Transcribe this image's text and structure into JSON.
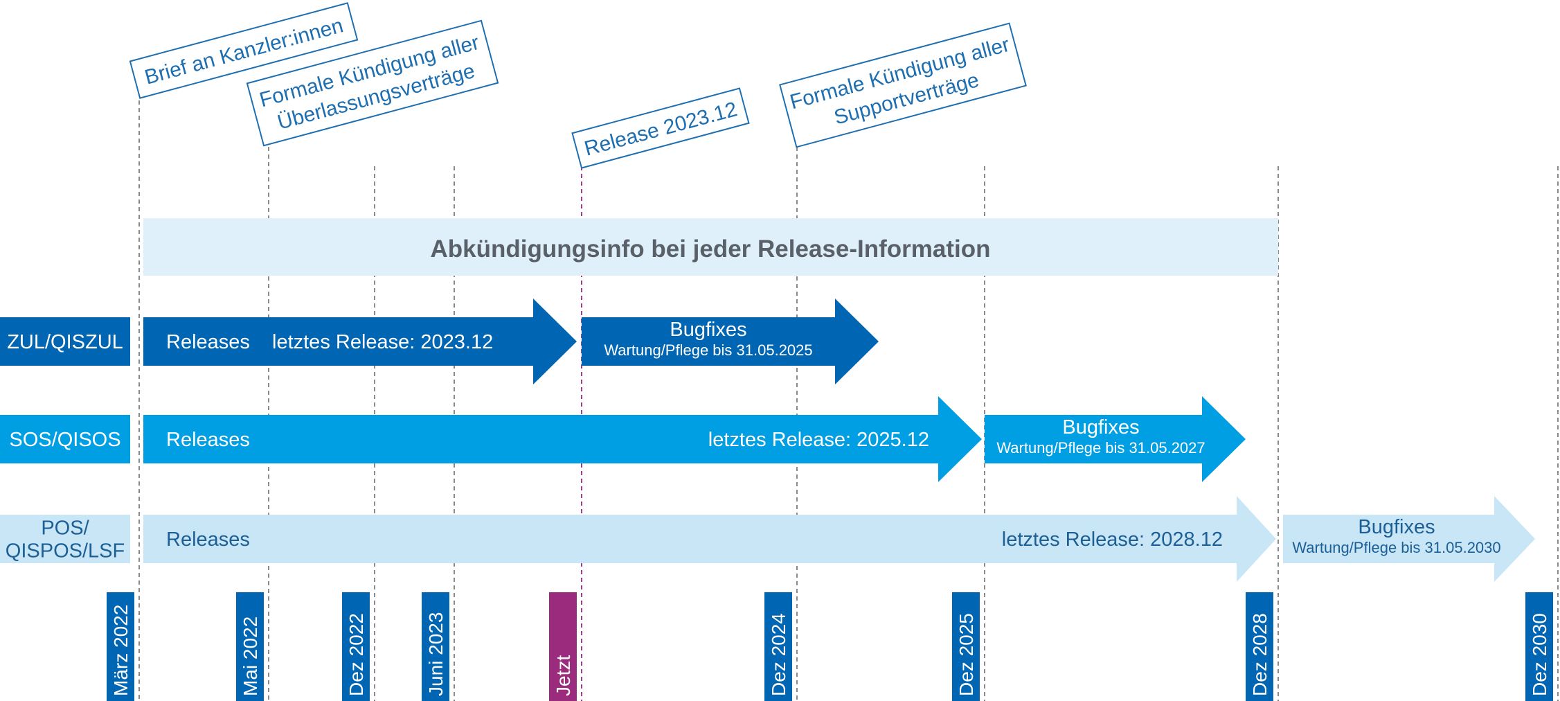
{
  "colors": {
    "dark_blue": "#0065b3",
    "mid_blue": "#009fe3",
    "light_blue": "#c9e6f7",
    "banner": "#dff0fb",
    "banner_text": "#596068",
    "now_marker": "#9b2b7c",
    "outline_text": "#1f6fb0",
    "grid": "#8a8a8a",
    "grid_now": "#a23c8c"
  },
  "milestones": [
    {
      "id": "maerz-2022",
      "label": "März 2022"
    },
    {
      "id": "mai-2022",
      "label": "Mai 2022"
    },
    {
      "id": "dez-2022",
      "label": "Dez 2022"
    },
    {
      "id": "juni-2023",
      "label": "Juni 2023"
    },
    {
      "id": "jetzt",
      "label": "Jetzt",
      "current": true
    },
    {
      "id": "dez-2024",
      "label": "Dez 2024"
    },
    {
      "id": "dez-2025",
      "label": "Dez 2025"
    },
    {
      "id": "dez-2028",
      "label": "Dez 2028"
    },
    {
      "id": "dez-2030",
      "label": "Dez 2030"
    }
  ],
  "callouts": [
    {
      "id": "brief",
      "lines": [
        "Brief an Kanzler:innen"
      ]
    },
    {
      "id": "kuendigung-ueberlassung",
      "lines": [
        "Formale Kündigung aller",
        "Überlassungsverträge"
      ]
    },
    {
      "id": "release-2023",
      "lines": [
        "Release 2023.12"
      ]
    },
    {
      "id": "kuendigung-support",
      "lines": [
        "Formale Kündigung aller",
        "Supportverträge"
      ]
    }
  ],
  "banner": {
    "text": "Abkündigungsinfo bei jeder Release-Information"
  },
  "products": [
    {
      "id": "zul",
      "label_lines": [
        "ZUL/QISZUL"
      ],
      "releases_label": "Releases",
      "last_release": "letztes Release: 2023.12",
      "bugfix_title": "Bugfixes",
      "bugfix_sub": "Wartung/Pflege bis 31.05.2025"
    },
    {
      "id": "sos",
      "label_lines": [
        "SOS/QISOS"
      ],
      "releases_label": "Releases",
      "last_release": "letztes Release: 2025.12",
      "bugfix_title": "Bugfixes",
      "bugfix_sub": "Wartung/Pflege bis 31.05.2027"
    },
    {
      "id": "pos",
      "label_lines": [
        "POS/",
        "QISPOS/LSF"
      ],
      "releases_label": "Releases",
      "last_release": "letztes Release: 2028.12",
      "bugfix_title": "Bugfixes",
      "bugfix_sub": "Wartung/Pflege bis 31.05.2030"
    }
  ]
}
